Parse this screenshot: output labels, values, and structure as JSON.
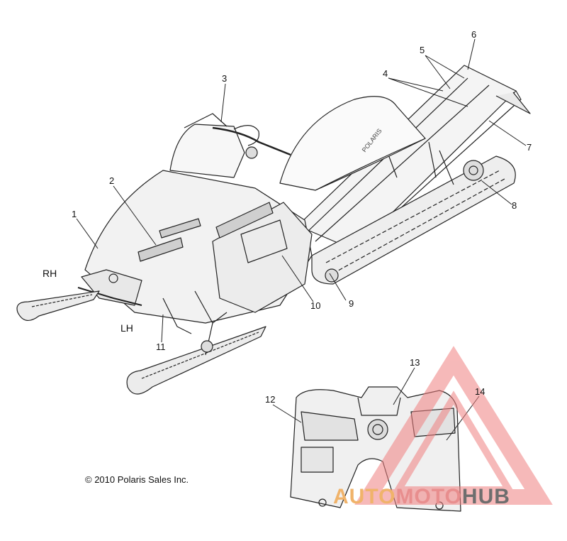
{
  "diagram": {
    "callouts": [
      "1",
      "2",
      "3",
      "4",
      "5",
      "6",
      "7",
      "8",
      "9",
      "10",
      "11",
      "12",
      "13",
      "14"
    ],
    "side_labels": {
      "right": "RH",
      "left": "LH"
    },
    "copyright": "© 2010 Polaris Sales Inc.",
    "seat_text": "POLARIS"
  },
  "watermark": {
    "part1": "AUTO",
    "part2": "MOTO",
    "part3": "HUB",
    "colors": {
      "part1": "#f0b36a",
      "part2": "#e88e8e",
      "part3": "#6e6e6e",
      "triangle": "#f08080"
    }
  }
}
